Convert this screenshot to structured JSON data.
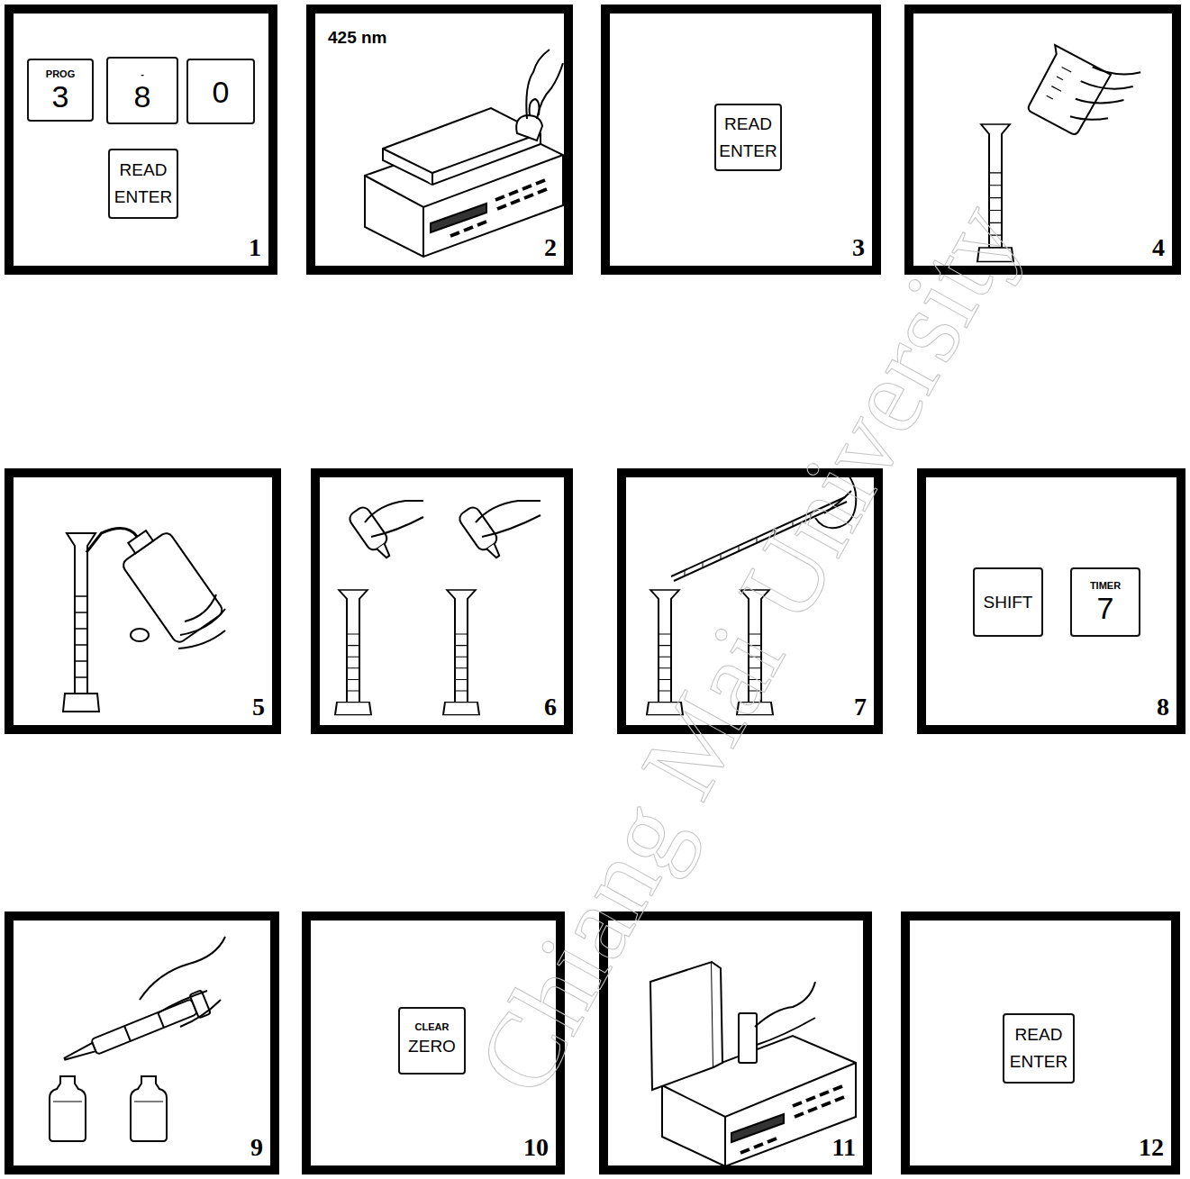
{
  "diagram": {
    "nodes": [
      {
        "text": [
          "1"
        ]
      },
      {
        "text": [
          "PROG",
          "3"
        ],
        "in": 0
      },
      {
        "text": [
          "-",
          "8"
        ],
        "in": 0
      },
      {
        "text": [
          "0"
        ],
        "in": 0
      },
      {
        "text": [
          "READ ENTER"
        ],
        "in": 0
      },
      {
        "text": [
          "425 nm",
          "2"
        ]
      },
      {
        "text": [
          "3"
        ]
      },
      {
        "text": [
          "READ ENTER"
        ],
        "in": 6
      },
      {
        "text": [
          "4"
        ]
      },
      {
        "text": [
          "5"
        ]
      },
      {
        "text": [
          "6"
        ]
      },
      {
        "text": [
          "7"
        ]
      },
      {
        "text": [
          "8"
        ]
      },
      {
        "text": [
          "SHIFT"
        ],
        "in": 12
      },
      {
        "text": [
          "TIMER",
          "7"
        ],
        "in": 12
      },
      {
        "text": [
          "9"
        ]
      },
      {
        "text": [
          "10"
        ]
      },
      {
        "text": [
          "CLEAR",
          "ZERO"
        ],
        "in": 16
      },
      {
        "text": [
          "11"
        ]
      },
      {
        "text": [
          "12"
        ]
      },
      {
        "text": [
          "READ ENTER"
        ],
        "in": 19
      }
    ],
    "labels": [
      "Chiang Mai University"
    ]
  }
}
